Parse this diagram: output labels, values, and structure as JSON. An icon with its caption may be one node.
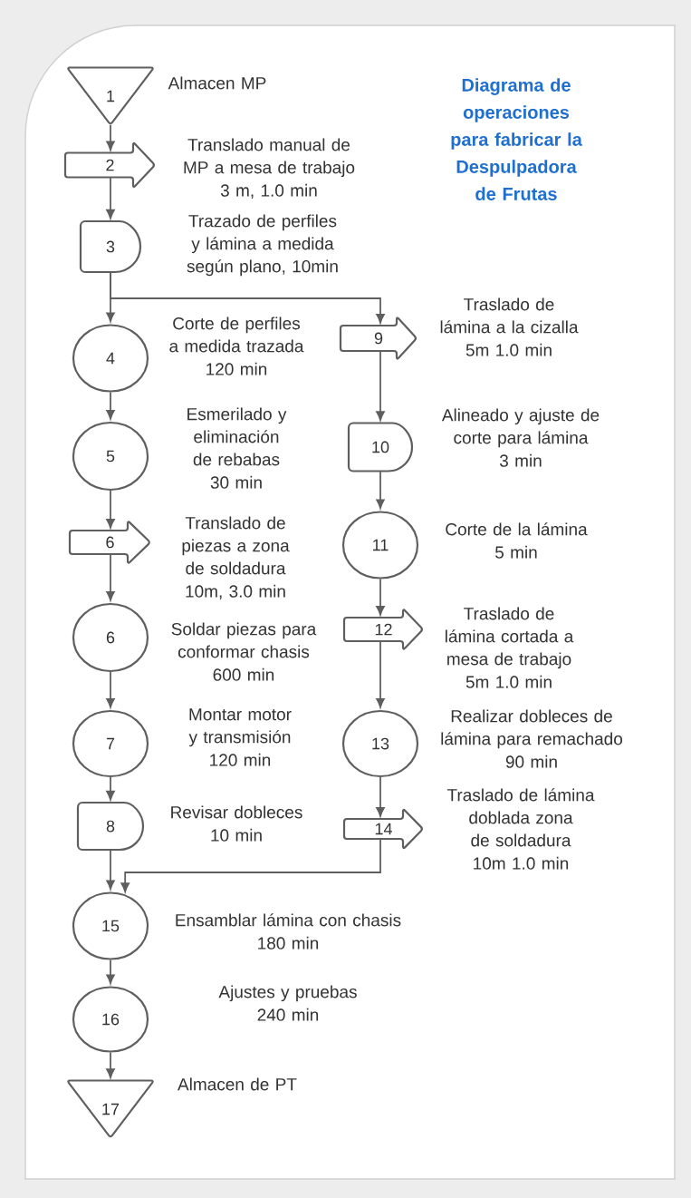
{
  "diagram": {
    "title": "Diagrama de operaciones para fabricar la Despulpadora de Frutas",
    "nodes": [
      {
        "text": [
          "1"
        ],
        "beside": [
          "Almacen MP"
        ]
      },
      {
        "text": [
          "2"
        ],
        "beside": [
          "Translado manual de MP a mesa de trabajo",
          "3 m, 1.0 min"
        ]
      },
      {
        "text": [
          "3"
        ],
        "beside": [
          "Trazado de perfiles y lámina a medida según plano, 10min"
        ]
      },
      {
        "text": [
          "4"
        ],
        "beside": [
          "Corte de perfiles a medida trazada",
          "120 min"
        ]
      },
      {
        "text": [
          "5"
        ],
        "beside": [
          "Esmerilado y eliminación de rebabas",
          "30 min"
        ]
      },
      {
        "text": [
          "6"
        ],
        "beside": [
          "Translado de piezas a zona de soldadura",
          "10m, 3.0 min"
        ]
      },
      {
        "text": [
          "6"
        ],
        "beside": [
          "Soldar piezas para conformar chasis",
          "600 min"
        ]
      },
      {
        "text": [
          "7"
        ],
        "beside": [
          "Montar motor y transmisión",
          "120 min"
        ]
      },
      {
        "text": [
          "8"
        ],
        "beside": [
          "Revisar dobleces",
          "10 min"
        ]
      },
      {
        "text": [
          "9"
        ],
        "beside": [
          "Traslado de lámina a la cizalla",
          "5m 1.0 min"
        ]
      },
      {
        "text": [
          "10"
        ],
        "beside": [
          "Alineado y ajuste de corte para lámina",
          "3 min"
        ]
      },
      {
        "text": [
          "11"
        ],
        "beside": [
          "Corte de la lámina",
          "5 min"
        ]
      },
      {
        "text": [
          "12"
        ],
        "beside": [
          "Traslado de lámina cortada a mesa de trabajo",
          "5m 1.0 min"
        ]
      },
      {
        "text": [
          "13"
        ],
        "beside": [
          "Realizar dobleces de lámina para remachado",
          "90 min"
        ]
      },
      {
        "text": [
          "14"
        ],
        "beside": [
          "Traslado de lámina doblada zona de soldadura",
          "10m 1.0 min"
        ]
      },
      {
        "text": [
          "15"
        ],
        "beside": [
          "Ensamblar lámina con chasis",
          "180 min"
        ]
      },
      {
        "text": [
          "16"
        ],
        "beside": [
          "Ajustes y pruebas",
          "240 min"
        ]
      },
      {
        "text": [
          "17"
        ],
        "beside": [
          "Almacen de PT"
        ]
      }
    ],
    "edges": [
      {
        "from": 0,
        "to": 1,
        "arrow": "to"
      },
      {
        "from": 1,
        "to": 2,
        "arrow": "to"
      },
      {
        "from": 2,
        "to": 3,
        "arrow": "to"
      },
      {
        "from": 2,
        "to": 9,
        "arrow": "to"
      },
      {
        "from": 3,
        "to": 4,
        "arrow": "to"
      },
      {
        "from": 4,
        "to": 5,
        "arrow": "to"
      },
      {
        "from": 5,
        "to": 6,
        "arrow": "to"
      },
      {
        "from": 6,
        "to": 7,
        "arrow": "to"
      },
      {
        "from": 7,
        "to": 8,
        "arrow": "to"
      },
      {
        "from": 8,
        "to": 15,
        "arrow": "to"
      },
      {
        "from": 9,
        "to": 10,
        "arrow": "to"
      },
      {
        "from": 10,
        "to": 11,
        "arrow": "to"
      },
      {
        "from": 11,
        "to": 12,
        "arrow": "to"
      },
      {
        "from": 12,
        "to": 13,
        "arrow": "to"
      },
      {
        "from": 13,
        "to": 14,
        "arrow": "to"
      },
      {
        "from": 14,
        "to": 15,
        "arrow": "to"
      },
      {
        "from": 15,
        "to": 16,
        "arrow": "to"
      },
      {
        "from": 16,
        "to": 17,
        "arrow": "to"
      }
    ]
  }
}
